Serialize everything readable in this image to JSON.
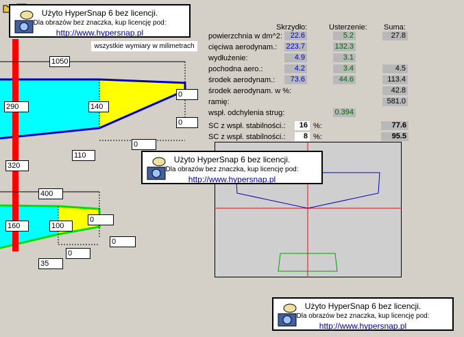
{
  "watermark": {
    "line1": "Użyto HyperSnap 6 bez licencji.",
    "line2": "Dla obrazów bez znaczka, kup licencję pod:",
    "url": "http://www.hypersnap.pl"
  },
  "drawing": {
    "note": "wszystkie wymiary w milimetrach",
    "dims": {
      "span_top": "1050",
      "root_chord": "290",
      "tip_chord": "140",
      "right_a": "0",
      "right_b": "0",
      "sweep_offset": "0",
      "tip_offset": "110",
      "spacing": "320",
      "tail_span": "400",
      "tail_root": "160",
      "tail_tip": "100",
      "tail_right_a": "0",
      "tail_right_b": "0",
      "tail_offset": "35",
      "tail_sweep": "0"
    }
  },
  "table": {
    "headers": {
      "wing": "Skrzydło:",
      "tail": "Usterzenie:",
      "sum": "Suma:"
    },
    "rows": [
      {
        "label": "powierzchnia w dm^2:",
        "wing": "22.6",
        "tail": "5.2",
        "sum": "27.8"
      },
      {
        "label": "cięciwa aerodynam.:",
        "wing": "223.7",
        "tail": "132.3",
        "sum": ""
      },
      {
        "label": "wydłużenie:",
        "wing": "4.9",
        "tail": "3.1",
        "sum": ""
      },
      {
        "label": "pochodna aero.:",
        "wing": "4.2",
        "tail": "3.4",
        "sum": "4.5"
      },
      {
        "label": "środek aerodynam.:",
        "wing": "73.6",
        "tail": "44.6",
        "sum": "113.4"
      },
      {
        "label": "środek aerodynam. w %:",
        "wing": "",
        "tail": "",
        "sum": "42.8"
      },
      {
        "label": "ramię:",
        "wing": "",
        "tail": "",
        "sum": "581.0"
      },
      {
        "label": "wspł. odchylenia strug:",
        "wing": "",
        "tail": "0.394",
        "sum": ""
      }
    ],
    "sc1": {
      "label": "SC z wspł. stabilności.:",
      "value": "16",
      "unit": "%:",
      "result": "77.6"
    },
    "sc2": {
      "label": "SC z wspł. stabilności.:",
      "value": "8",
      "unit": "%:",
      "result": "95.5"
    }
  },
  "colors": {
    "wing_fill": "#00ffff",
    "tail_fill_yellow": "#ffff00",
    "fuselage": "#ff0000",
    "outline": "#0000c8",
    "tail_outline": "#00e000"
  }
}
